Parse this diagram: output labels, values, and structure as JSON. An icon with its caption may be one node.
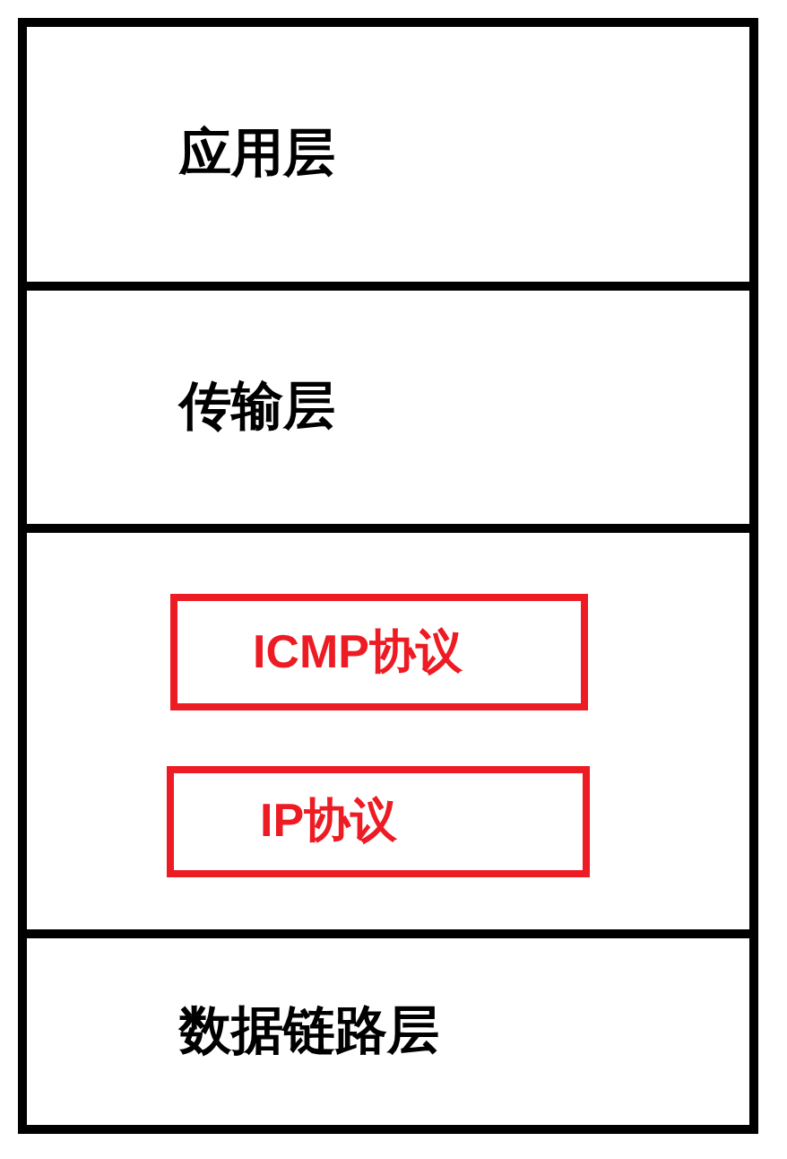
{
  "diagram": {
    "nodes": [
      {
        "text": [
          "应用层"
        ]
      },
      {
        "text": [
          "传输层"
        ]
      },
      {
        "text": [],
        "shape": "box"
      },
      {
        "text": [
          "ICMP协议"
        ],
        "in": 2
      },
      {
        "text": [
          "IP协议"
        ],
        "in": 2
      },
      {
        "text": [
          "数据链路层"
        ]
      }
    ]
  }
}
